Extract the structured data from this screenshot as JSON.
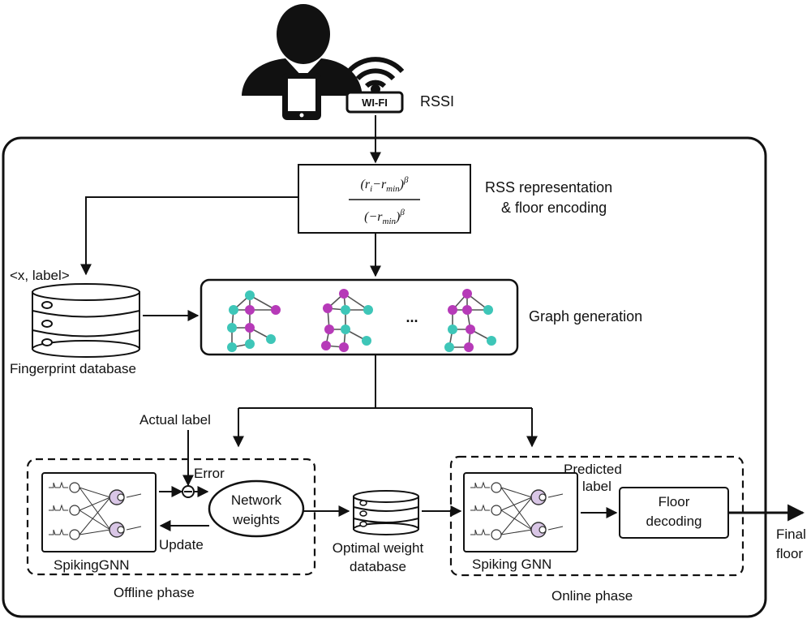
{
  "input": {
    "signal_label": "RSSI",
    "wifi_text": "WI-FI"
  },
  "encoding": {
    "numerator": "(r",
    "numerator_sub": "i",
    "numerator_mid": "−r",
    "numerator_sub2": "min",
    "numerator_close": ")",
    "exponent": "β",
    "denominator": "(−r",
    "denominator_sub": "min",
    "denominator_close": ")",
    "title_line1": "RSS representation",
    "title_line2": "& floor encoding"
  },
  "database": {
    "tag": "<x, label>",
    "label": "Fingerprint database"
  },
  "graph": {
    "label": "Graph generation",
    "ellipsis": "..."
  },
  "offline": {
    "actual_label": "Actual label",
    "error": "Error",
    "update": "Update",
    "weights_line1": "Network",
    "weights_line2": "weights",
    "model": "SpikingGNN",
    "phase": "Offline phase"
  },
  "weight_db": {
    "line1": "Optimal weight",
    "line2": "database"
  },
  "online": {
    "predicted_line1": "Predicted",
    "predicted_line2": "label",
    "decoding_line1": "Floor",
    "decoding_line2": "decoding",
    "model": "Spiking GNN",
    "phase": "Online phase"
  },
  "output": {
    "line1": "Final",
    "line2": "floor"
  },
  "colors": {
    "teal_node": "#3ec6b8",
    "magenta_node": "#b63ab8",
    "edge": "#555555",
    "stroke": "#111111"
  }
}
